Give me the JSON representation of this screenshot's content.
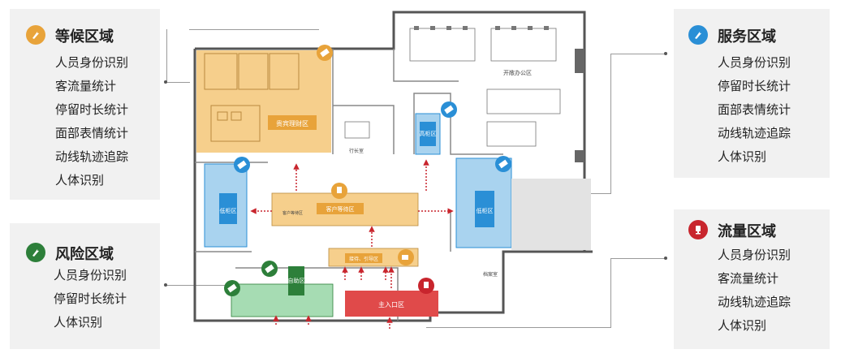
{
  "colors": {
    "waiting": "#e8a33a",
    "service": "#2a8fd6",
    "risk": "#2d7f3a",
    "traffic": "#c8252d",
    "wall": "#555555",
    "orange_zone": "#f6cf8c",
    "blue_zone": "#a9d3ef",
    "green_zone": "#a6dcb3",
    "red_zone": "#e04a4a"
  },
  "panels": {
    "waiting": {
      "icon": "tag-icon",
      "title": "等候区域",
      "items": [
        "人员身份识别",
        "客流量统计",
        "停留时长统计",
        "面部表情统计",
        "动线轨迹追踪",
        "人体识别"
      ]
    },
    "service": {
      "icon": "tag-icon",
      "title": "服务区域",
      "items": [
        "人员身份识别",
        "停留时长统计",
        "面部表情统计",
        "动线轨迹追踪",
        "人体识别"
      ]
    },
    "risk": {
      "icon": "tag-icon",
      "title": "风险区域",
      "items": [
        "人员身份识别",
        "停留时长统计",
        "人体识别"
      ]
    },
    "traffic": {
      "icon": "camera-icon",
      "title": "流量区域",
      "items": [
        "人员身份识别",
        "客流量统计",
        "动线轨迹追踪",
        "人体识别"
      ]
    }
  },
  "floorplan": {
    "vip_zone": "贵宾理财区",
    "open_office": "开敞办公区",
    "customer_wait": "客户等待区",
    "customer_wait_small": "客户等待区",
    "high_counter": "高柜区",
    "low_counter_left": "低柜区",
    "low_counter_right": "低柜区",
    "self_service": "自助区",
    "reception": "接待、引导区",
    "main_entrance": "主入口区",
    "manager_room": "行长室",
    "archive_room": "档案室"
  }
}
